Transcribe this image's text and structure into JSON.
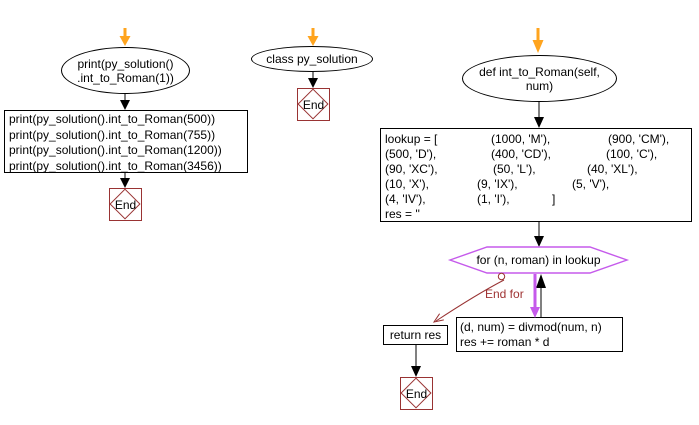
{
  "diagram": {
    "colors": {
      "arrow_entry_orange": "#FFA41E",
      "loop_magenta": "#C55AEB",
      "end_dark_red": "#993333",
      "flow_black": "#000000"
    },
    "left_flow": {
      "start_ellipse": {
        "line1": "print(py_solution()",
        "line2": ".int_to_Roman(1))"
      },
      "calls_box": {
        "lines": [
          "print(py_solution().int_to_Roman(500))",
          "print(py_solution().int_to_Roman(755))",
          "print(py_solution().int_to_Roman(1200))",
          "print(py_solution().int_to_Roman(3456))"
        ]
      },
      "end_label": "End"
    },
    "class_flow": {
      "ellipse_label": "class py_solution",
      "end_label": "End"
    },
    "function_flow": {
      "def_ellipse": {
        "line1": "def int_to_Roman(self,",
        "line2": "num)"
      },
      "lookup_box": {
        "rows": [
          [
            "lookup = [",
            "(1000, 'M'),",
            "(900, 'CM'),"
          ],
          [
            "(500, 'D'),",
            "(400, 'CD'),",
            "(100, 'C'),"
          ],
          [
            "(90, 'XC'),",
            "(50, 'L'),",
            "(40, 'XL'),"
          ],
          [
            "(10, 'X'),",
            "(9, 'IX'),",
            "(5, 'V'),"
          ],
          [
            "(4, 'IV'),",
            "(1, 'I'),",
            "]"
          ],
          [
            "res = ''",
            "",
            ""
          ]
        ]
      },
      "loop_hexagon_label": "for (n, roman) in lookup",
      "end_for_label": "End for",
      "body_box": {
        "line1": "(d, num) = divmod(num, n)",
        "line2": "res += roman * d"
      },
      "return_box_label": "return res",
      "end_label": "End"
    }
  }
}
